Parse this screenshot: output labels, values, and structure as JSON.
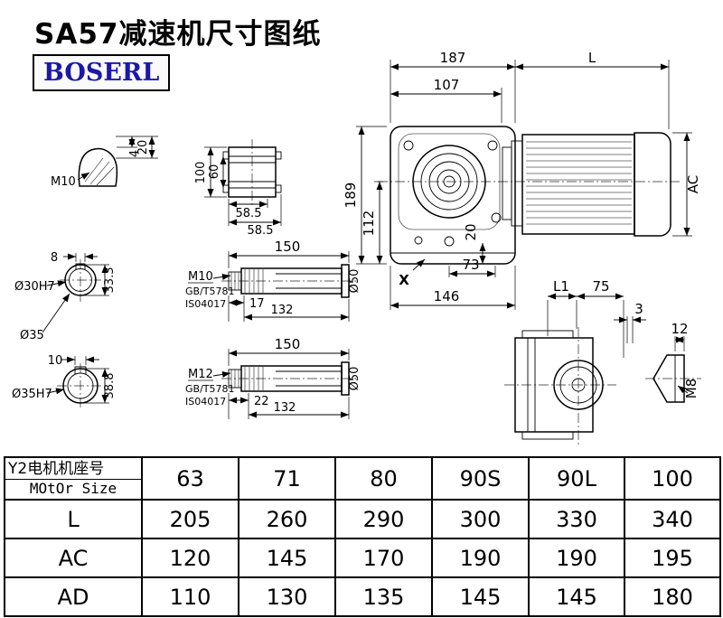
{
  "page": {
    "title": "SA57减速机尺寸图纸",
    "brand": "BOSERL"
  },
  "main_view": {
    "top_width": "187",
    "motor_length_label": "L",
    "inner_width": "107",
    "height": "189",
    "shaft_height": "112",
    "foot": "20",
    "motor_diameter_label": "AC",
    "bottom_inner": "73",
    "bottom_width": "146",
    "section_mark": "X"
  },
  "bottom_view": {
    "l1": "L1",
    "d75": "75",
    "d3": "3"
  },
  "key_detail": {
    "d12": "12",
    "thread": "M8"
  },
  "shaft_end_view": {
    "thread": "M10",
    "d4": "4",
    "d20": "20"
  },
  "flange_view": {
    "d100": "100",
    "d60": "60",
    "d58a": "58.5",
    "d58b": "58.5"
  },
  "bore_view_30": {
    "key_width": "8",
    "bore": "Ø30H7",
    "depth": "33.3",
    "outer": "Ø35"
  },
  "bore_view_35": {
    "key_width": "10",
    "bore": "Ø35H7",
    "depth": "38.8"
  },
  "shaft_view_1": {
    "length": "150",
    "thread": "M10",
    "std1": "GB/T5781",
    "std2": "IS04017",
    "thread_len": "17",
    "body_len": "132",
    "diameter": "Ø50"
  },
  "shaft_view_2": {
    "length": "150",
    "thread": "M12",
    "std1": "GB/T5781",
    "std2": "IS04017",
    "thread_len": "22",
    "body_len": "132",
    "diameter": "Ø50"
  },
  "table": {
    "header": {
      "label_line1": "Y2电机机座号",
      "label_line2": "MOtOr Size",
      "sizes": [
        "63",
        "71",
        "80",
        "90S",
        "90L",
        "100"
      ]
    },
    "rows": [
      {
        "label": "L",
        "values": [
          "205",
          "260",
          "290",
          "300",
          "330",
          "340"
        ]
      },
      {
        "label": "AC",
        "values": [
          "120",
          "145",
          "170",
          "190",
          "190",
          "195"
        ]
      },
      {
        "label": "AD",
        "values": [
          "110",
          "130",
          "135",
          "145",
          "145",
          "180"
        ]
      }
    ]
  }
}
